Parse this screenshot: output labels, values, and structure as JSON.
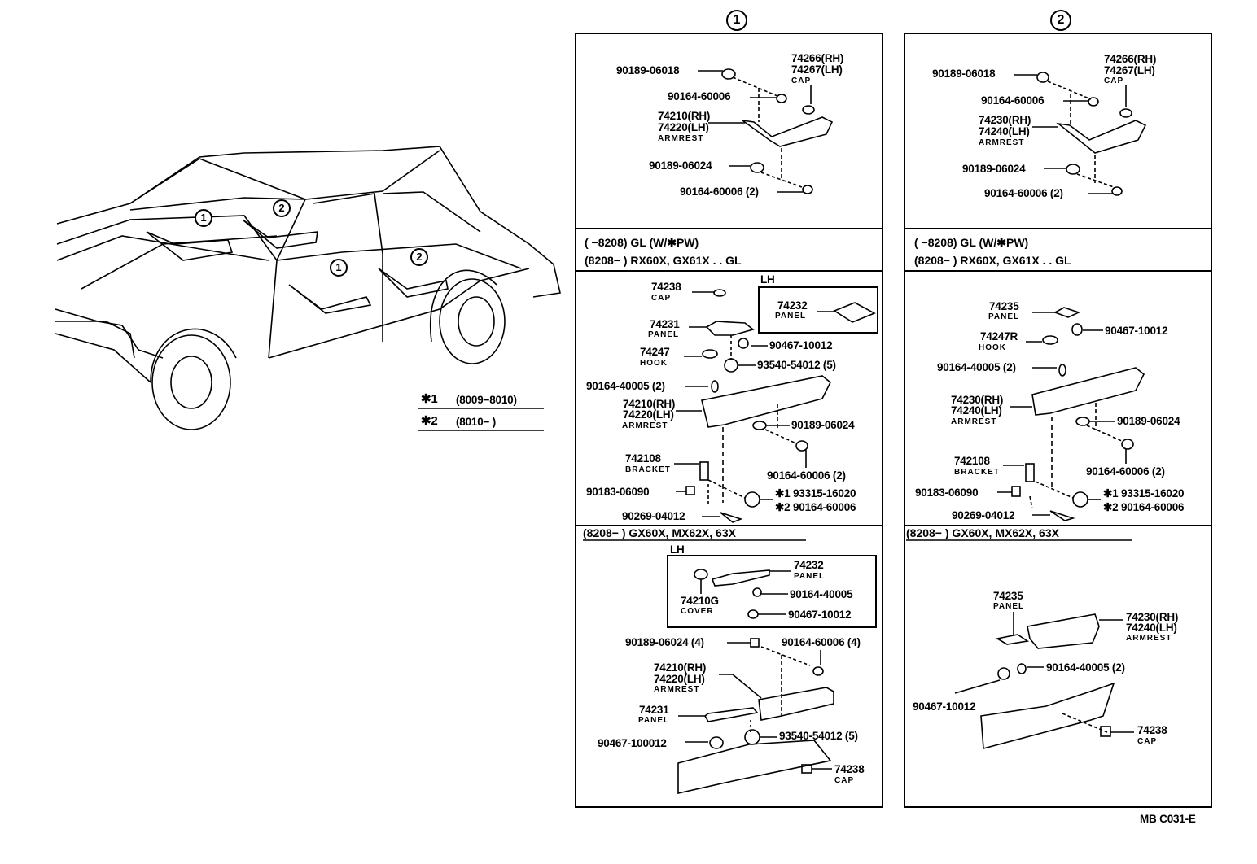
{
  "markers": {
    "one": "1",
    "two": "2"
  },
  "car_callouts": [
    "1",
    "2",
    "1",
    "2"
  ],
  "legend": [
    {
      "key": "✱1",
      "range": "(8009−8010)"
    },
    {
      "key": "✱2",
      "range": "(8010−       )"
    }
  ],
  "panel_1": {
    "upper": [
      "90189-06018",
      "74266(RH)",
      "74267(LH)",
      "CAP",
      "90164-60006",
      "74210(RH)",
      "74220(LH)",
      "ARMREST",
      "90189-06024",
      "90164-60006 (2)"
    ],
    "note": [
      "(        −8208) GL (W/✱PW)",
      "(8208−        ) RX60X, GX61X . . GL"
    ],
    "middle": [
      "74238",
      "CAP",
      "LH",
      "74232",
      "PANEL",
      "74231",
      "PANEL",
      "90467-10012",
      "74247",
      "HOOK",
      "93540-54012 (5)",
      "90164-40005 (2)",
      "74210(RH)",
      "74220(LH)",
      "ARMREST",
      "90189-06024",
      "742108",
      "BRACKET",
      "90164-60006 (2)",
      "90183-06090",
      "✱1 93315-16020",
      "✱2 90164-60006",
      "90269-04012"
    ],
    "lower_header": "(8208−        ) GX60X, MX62X, 63X",
    "lower": [
      "LH",
      "74232",
      "PANEL",
      "90164-40005",
      "74210G",
      "COVER",
      "90467-10012",
      "90189-06024 (4)",
      "90164-60006 (4)",
      "74210(RH)",
      "74220(LH)",
      "ARMREST",
      "74231",
      "PANEL",
      "90467-100012",
      "93540-54012 (5)",
      "74238",
      "CAP"
    ]
  },
  "panel_2": {
    "upper": [
      "90189-06018",
      "74266(RH)",
      "74267(LH)",
      "CAP",
      "90164-60006",
      "74230(RH)",
      "74240(LH)",
      "ARMREST",
      "90189-06024",
      "90164-60006 (2)"
    ],
    "note": [
      "(        −8208) GL (W/✱PW)",
      "(8208−        ) RX60X, GX61X . . GL"
    ],
    "middle": [
      "74235",
      "PANEL",
      "74247R",
      "HOOK",
      "90467-10012",
      "90164-40005 (2)",
      "74230(RH)",
      "74240(LH)",
      "ARMREST",
      "90189-06024",
      "742108",
      "BRACKET",
      "90164-60006 (2)",
      "90183-06090",
      "✱1 93315-16020",
      "✱2 90164-60006",
      "90269-04012"
    ],
    "lower_header": "(8208−        ) GX60X, MX62X, 63X",
    "lower": [
      "74235",
      "PANEL",
      "74230(RH)",
      "74240(LH)",
      "ARMREST",
      "90164-40005 (2)",
      "90467-10012",
      "74238",
      "CAP"
    ]
  },
  "footer_code": "MB C031-E"
}
